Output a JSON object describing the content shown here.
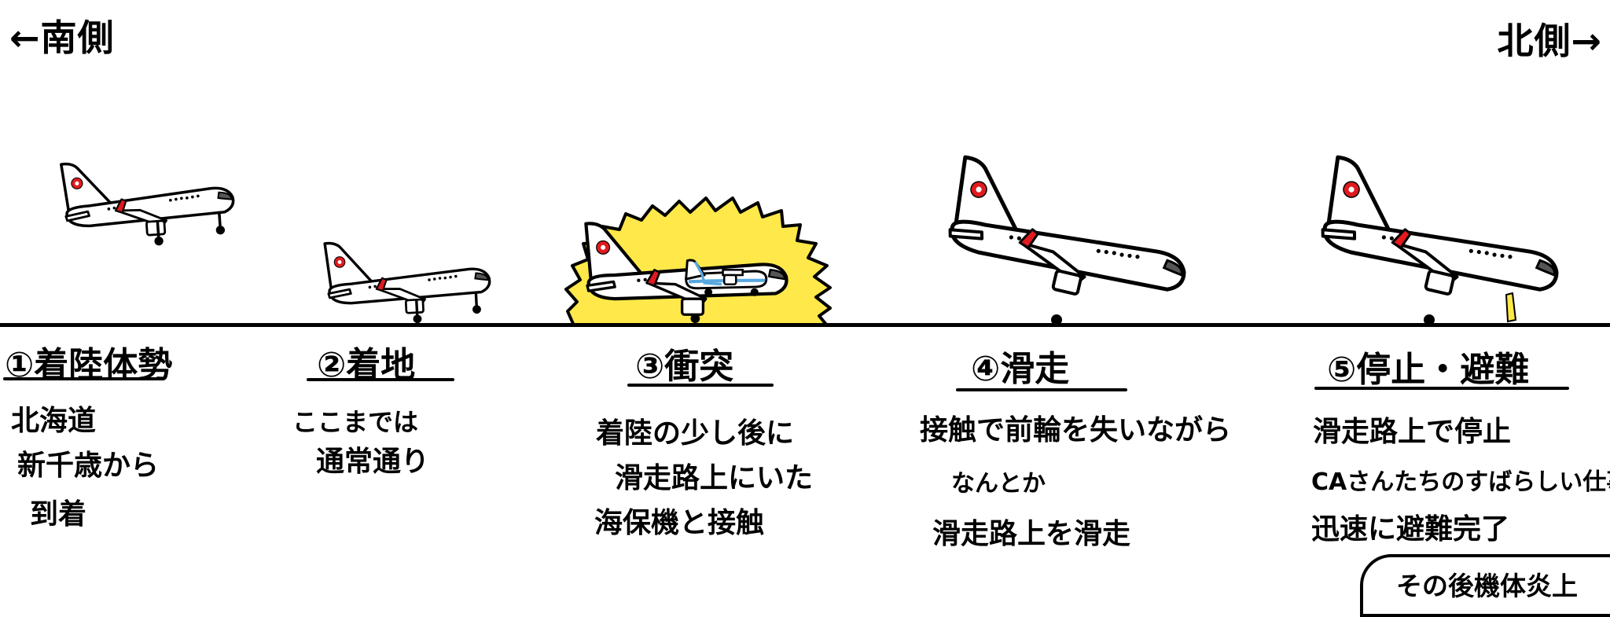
{
  "direction": {
    "south": "←南側",
    "north": "北側→"
  },
  "steps": [
    {
      "label": "①着陸体勢",
      "lines": [
        "北海道",
        "新千歳から",
        "到着"
      ]
    },
    {
      "label": "②着地",
      "lines": [
        "ここまでは",
        "通常通り"
      ]
    },
    {
      "label": "③衝突",
      "lines": [
        "着陸の少し後に",
        "滑走路上にいた",
        "海保機と接触"
      ]
    },
    {
      "label": "④滑走",
      "lines": [
        "接触で前輪を失いながら",
        "なんとか",
        "滑走路上を滑走"
      ]
    },
    {
      "label": "⑤停止・避難",
      "lines": [
        "滑走路上で停止",
        "CAさんたちのすばらしい仕事で",
        "迅速に避難完了"
      ]
    }
  ],
  "aftermath": "その後機体炎上",
  "colors": {
    "accent_red": "#e01a1f",
    "burst_yellow": "#ffe84a",
    "coast_guard_blue": "#58a8e0",
    "ink": "#000000"
  }
}
